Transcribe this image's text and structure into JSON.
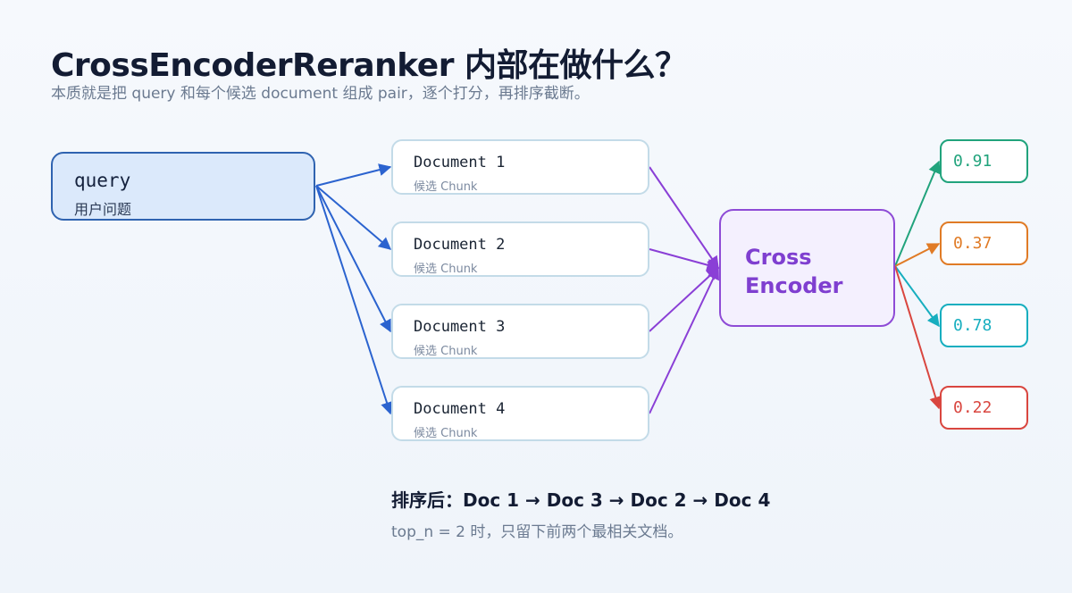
{
  "title": "CrossEncoderReranker 内部在做什么？",
  "subtitle": "本质就是把 query 和每个候选 document 组成 pair，逐个打分，再排序截断。",
  "query": {
    "name": "query",
    "desc": "用户问题"
  },
  "documents": [
    {
      "name": "Document 1",
      "desc": "候选 Chunk"
    },
    {
      "name": "Document 2",
      "desc": "候选 Chunk"
    },
    {
      "name": "Document 3",
      "desc": "候选 Chunk"
    },
    {
      "name": "Document 4",
      "desc": "候选 Chunk"
    }
  ],
  "encoder": {
    "line1": "Cross",
    "line2": "Encoder"
  },
  "scores": [
    {
      "value": "0.91",
      "color": "#21a37c"
    },
    {
      "value": "0.37",
      "color": "#e07b26"
    },
    {
      "value": "0.78",
      "color": "#17aebf"
    },
    {
      "value": "0.22",
      "color": "#d9463f"
    }
  ],
  "colors": {
    "query_arrow": "#2b63cf",
    "encoder_arrow": "#8a3fd6"
  },
  "result": {
    "ranking": "排序后：Doc 1 → Doc 3 → Doc 2 → Doc 4",
    "note": "top_n = 2 时，只留下前两个最相关文档。"
  }
}
